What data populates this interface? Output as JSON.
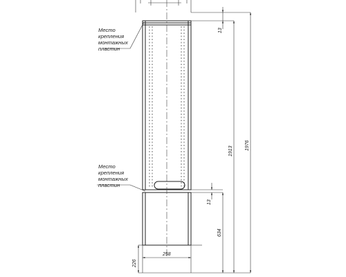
{
  "callouts": {
    "top": [
      "Место",
      "крепления",
      "монтажных",
      "пластин"
    ],
    "bottom": [
      "Место",
      "крепления",
      "монтажных",
      "пластин"
    ]
  },
  "dimensions": {
    "d13_top": "13",
    "d1913": "1913",
    "d1976": "1976",
    "d13_bottom": "13",
    "d634": "634",
    "d258": "258",
    "d226": "226"
  }
}
